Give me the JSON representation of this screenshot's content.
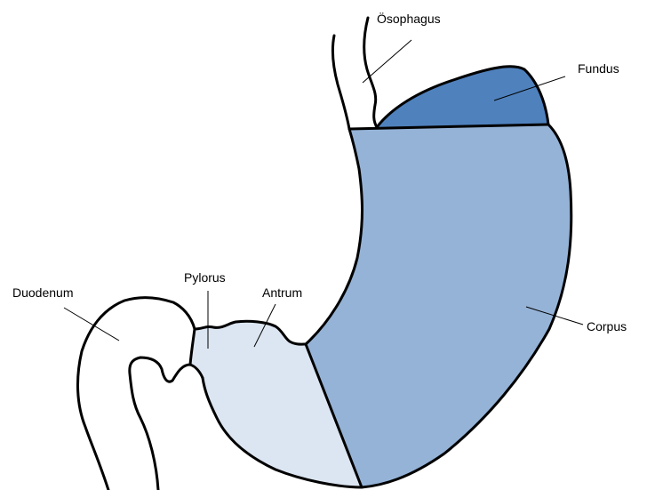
{
  "labels": {
    "oesophagus": "Ösophagus",
    "fundus": "Fundus",
    "duodenum": "Duodenum",
    "pylorus": "Pylorus",
    "antrum": "Antrum",
    "corpus": "Corpus"
  },
  "colors": {
    "fundus": "#4f81bd",
    "corpus": "#95b3d7",
    "antrum": "#dce6f2",
    "outline": "#000000"
  }
}
